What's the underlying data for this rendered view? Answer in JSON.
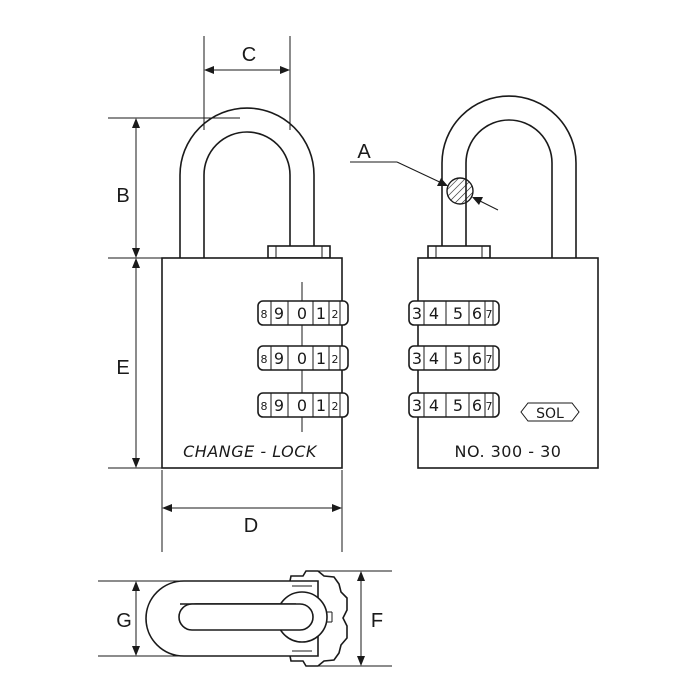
{
  "dimensions": {
    "a": "A",
    "b": "B",
    "c": "C",
    "d": "D",
    "e": "E",
    "f": "F",
    "g": "G"
  },
  "front": {
    "engraving": "CHANGE - LOCK",
    "wheels": [
      [
        "8",
        "9",
        "0",
        "1",
        "2"
      ],
      [
        "8",
        "9",
        "0",
        "1",
        "2"
      ],
      [
        "8",
        "9",
        "0",
        "1",
        "2"
      ]
    ]
  },
  "back": {
    "logo": "SOL",
    "model": "NO. 300 - 30",
    "wheels": [
      [
        "3",
        "4",
        "5",
        "6",
        "7"
      ],
      [
        "3",
        "4",
        "5",
        "6",
        "7"
      ],
      [
        "3",
        "4",
        "5",
        "6",
        "7"
      ]
    ]
  }
}
